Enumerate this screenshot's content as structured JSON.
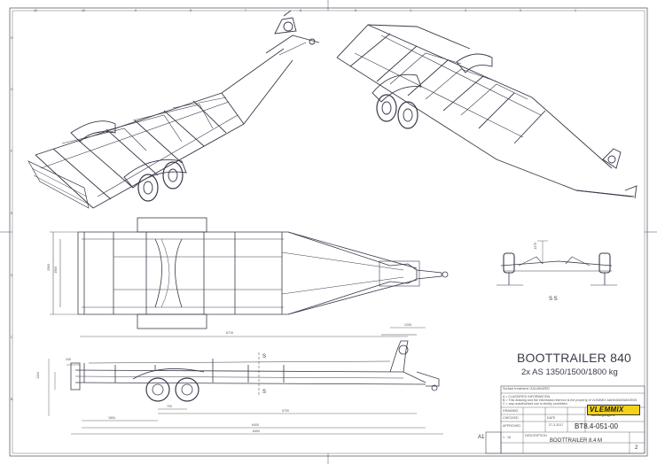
{
  "drawing": {
    "title": "BOOTTRAILER 840",
    "subtitle": "2x AS 1350/1500/1800 kg",
    "drawing_number": "BT8.4-051-00",
    "description": "BOOTTRAILER 8.4 M",
    "sheet_size": "A1",
    "scale": "1 : 18",
    "sheet_number": "2",
    "company": "VLEMMIX",
    "company_sub": "aanhangwagens",
    "date": "27-3-2017",
    "section_label": "S S",
    "section_marker": "S"
  },
  "dimensions": {
    "plan_width_outer": "2500",
    "plan_width_inner": "1900",
    "length_rear": "6715",
    "drawbar": "1205",
    "height_total": "1334",
    "small_offset": "340",
    "axle_spacing": "700",
    "wheel_dim": "1654",
    "length_a": "5700",
    "length_b": "6400",
    "length_total": "8400",
    "end_height": "1375"
  },
  "border": {
    "top_numbers": [
      "12",
      "10",
      "9",
      "8",
      "7",
      "6",
      "5",
      "4",
      "3",
      "2",
      "1"
    ],
    "side_letters": [
      "H",
      "G",
      "F",
      "E",
      "D",
      "C",
      "B"
    ]
  },
  "title_block": {
    "rows": [
      "Surface treatment: GALVANIZED",
      "A = CLASSIFIED INFORMATION",
      "B = This drawing and the information thereon is the property of VLEMMIX AANHANGWAGENS",
      "C = any unauthorised use is strictly prohibited"
    ],
    "labels": [
      "DRAWING",
      "CHECKED",
      "APPROVED",
      "DATE",
      "DESCRIPTION"
    ]
  }
}
